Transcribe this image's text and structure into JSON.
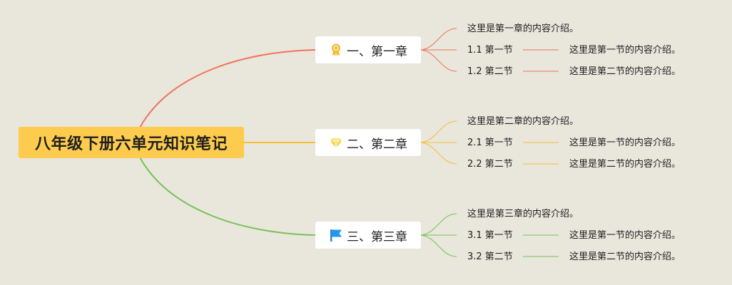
{
  "root": {
    "label": "八年级下册六单元知识笔记"
  },
  "chapters": [
    {
      "label": "一、第一章",
      "icon": "award-ribbon-icon",
      "color": "#f0735a",
      "intro": "这里是第一章的内容介绍。",
      "sections": [
        {
          "label": "1.1 第一节",
          "desc": "这里是第一节的内容介绍。"
        },
        {
          "label": "1.2 第二节",
          "desc": "这里是第二节的内容介绍。"
        }
      ]
    },
    {
      "label": "二、第二章",
      "icon": "diamond-icon",
      "color": "#f8bd36",
      "intro": "这里是第二章的内容介绍。",
      "sections": [
        {
          "label": "2.1 第一节",
          "desc": "这里是第一节的内容介绍。"
        },
        {
          "label": "2.2 第二节",
          "desc": "这里是第二节的内容介绍。"
        }
      ]
    },
    {
      "label": "三、第三章",
      "icon": "flag-icon",
      "color": "#75c257",
      "intro": "这里是第三章的内容介绍。",
      "sections": [
        {
          "label": "3.1 第一节",
          "desc": "这里是第一节的内容介绍。"
        },
        {
          "label": "3.2 第二节",
          "desc": "这里是第二节的内容介绍。"
        }
      ]
    }
  ]
}
